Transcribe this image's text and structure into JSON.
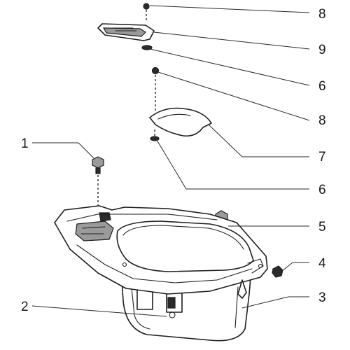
{
  "callouts": [
    {
      "id": "c1",
      "text": "1"
    },
    {
      "id": "c2",
      "text": "2"
    },
    {
      "id": "c3",
      "text": "3"
    },
    {
      "id": "c4",
      "text": "4"
    },
    {
      "id": "c5",
      "text": "5"
    },
    {
      "id": "c6a",
      "text": "6"
    },
    {
      "id": "c6b",
      "text": "6"
    },
    {
      "id": "c7",
      "text": "7"
    },
    {
      "id": "c8a",
      "text": "8"
    },
    {
      "id": "c8b",
      "text": "8"
    },
    {
      "id": "c9",
      "text": "9"
    }
  ]
}
